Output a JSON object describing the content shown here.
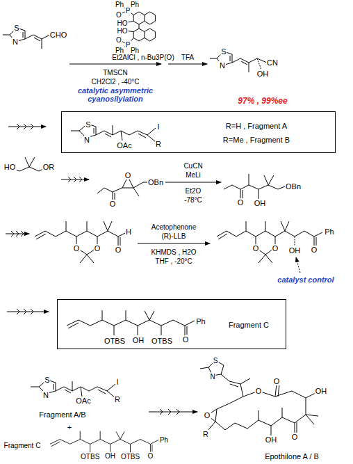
{
  "diagram": {
    "nodes": [
      {
        "text": [
          "S",
          "N",
          "OAc",
          "I",
          "R",
          "R=H , Fragment A",
          "R=Me , Fragment B"
        ]
      },
      {
        "text": [
          "OTBS",
          "OH",
          "OTBS",
          "O",
          "Ph",
          "Fragment C"
        ]
      }
    ],
    "labels": [
      "S",
      "N",
      "CHO",
      "Ph",
      "Ph",
      "P",
      "O",
      "HO",
      "HO",
      "O",
      "P",
      "Ph",
      "Ph",
      "Et2AlCl , n-Bu3P(O)",
      "TMSCN",
      "CH2Cl2 , -40°C",
      "catalytic asymmetric cyanosilylation",
      "TFA",
      "S",
      "N",
      "OH",
      "CN",
      "97% , 99%ee",
      "HO",
      "OR",
      "O",
      "O",
      "OBn",
      "CuCN",
      "MeLi",
      "Et2O",
      "-78°C",
      "O",
      "OH",
      "OBn",
      "O",
      "O",
      "O",
      "H",
      "Acetophenone",
      "(R)-LLB",
      "KHMDS , H2O",
      "THF , -20°C",
      "O",
      "O",
      "OH",
      "O",
      "Ph",
      "catalyst control",
      "S",
      "N",
      "OAc",
      "I",
      "R",
      "Fragment A/B",
      "+",
      "Fragment C",
      "OTBS",
      "OH",
      "OTBS",
      "O",
      "Ph",
      "S",
      "N",
      "O",
      "O",
      "OH",
      "O",
      "OH",
      "O",
      "R",
      "Epothilone A / B"
    ]
  }
}
